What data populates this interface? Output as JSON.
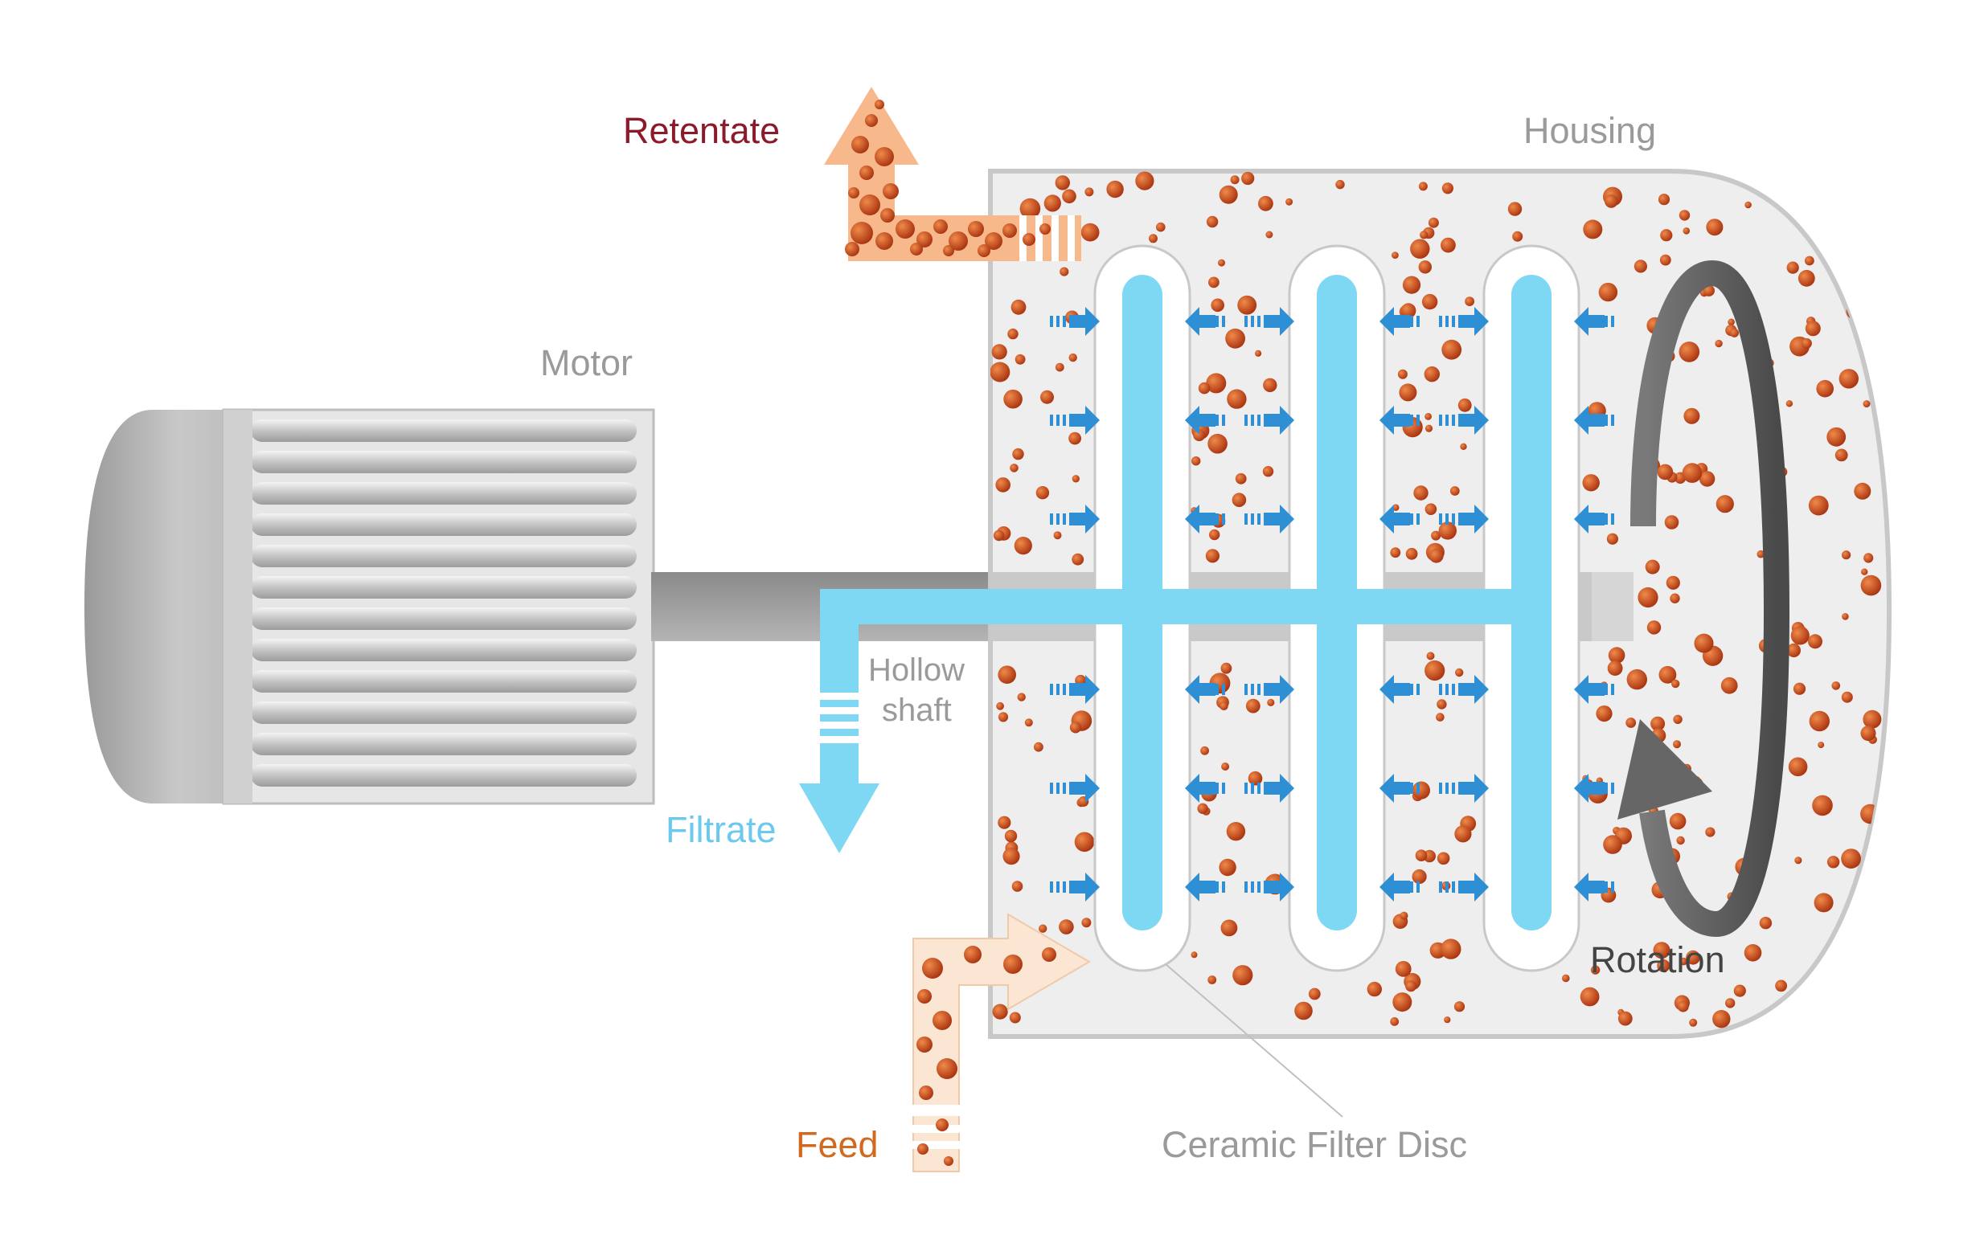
{
  "labels": {
    "retentate": "Retentate",
    "housing": "Housing",
    "motor": "Motor",
    "hollow_shaft_line1": "Hollow",
    "hollow_shaft_line2": "shaft",
    "filtrate": "Filtrate",
    "rotation": "Rotation",
    "feed": "Feed",
    "ceramic_filter_disc": "Ceramic Filter Disc"
  },
  "colors": {
    "retentate_text": "#8b1a2b",
    "feed_text": "#d2691e",
    "filtrate": "#7fd8f3",
    "filtrate_text": "#6cc9ee",
    "label_gray": "#9a9a9a",
    "rotation_text": "#444444",
    "housing_fill": "#eeeeee",
    "housing_stroke": "#c8c8c8",
    "particle": "#c0441a",
    "flow_arrow": "#2f8fd4",
    "feed_fill": "#fbe6d4",
    "retentate_fill": "#f7b98c",
    "motor_gray": "#a8a8a8",
    "rotation_arrow": "#666666"
  },
  "disc_count": 3,
  "icons": [
    "retentate-arrow-icon",
    "feed-arrow-icon",
    "filtrate-arrow-icon",
    "rotation-arrow-icon",
    "inward-flow-arrow-icon"
  ]
}
